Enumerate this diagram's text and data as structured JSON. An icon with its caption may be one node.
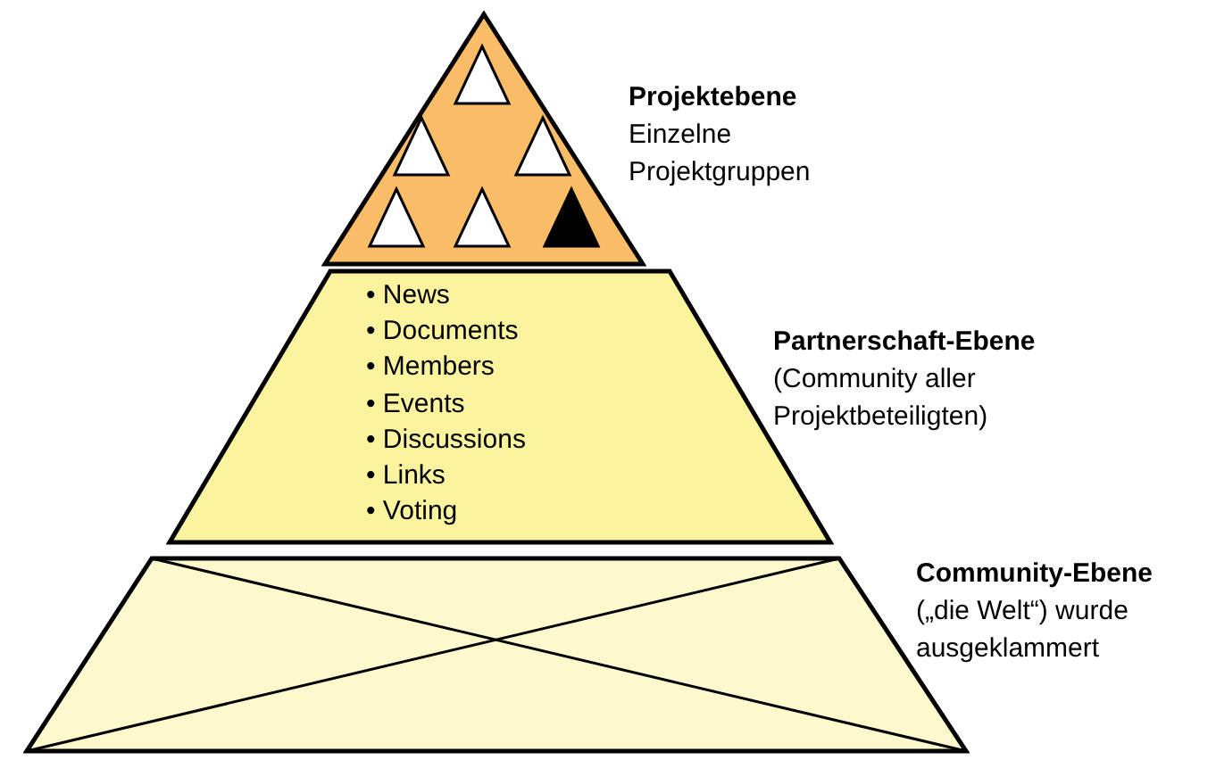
{
  "diagram": {
    "nodes": [
      {
        "text": [
          "Projektebene",
          "Einzelne Projektgruppen"
        ]
      },
      {
        "text": [
          "Partnerschaft-Ebene",
          "(Community aller Projektbeteiligten)",
          "• News",
          "• Documents",
          "• Members",
          "• Events",
          "• Discussions",
          "• Links",
          "• Voting"
        ]
      },
      {
        "text": [
          "Community-Ebene",
          "(„die Welt“) wurde ausgeklammert"
        ]
      },
      {
        "text": [],
        "shape": "triangle",
        "in": 0
      },
      {
        "text": [],
        "shape": "triangle",
        "in": 0
      },
      {
        "text": [],
        "shape": "triangle",
        "in": 0
      },
      {
        "text": [],
        "shape": "triangle",
        "in": 0
      },
      {
        "text": [],
        "shape": "triangle",
        "in": 0
      },
      {
        "text": [],
        "shape": "triangle",
        "in": 0
      }
    ],
    "edges": []
  }
}
